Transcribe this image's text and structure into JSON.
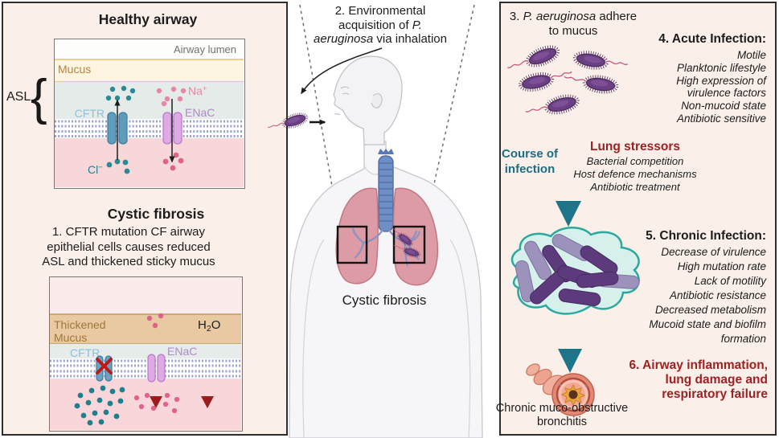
{
  "colors": {
    "panel_background": "#faefe9",
    "accent_teal_arrow": "#1d7589",
    "accent_dark_red": "#9e2023",
    "bacteria_purple": "#6b3f84",
    "cftr_blue": "#5e9cbe",
    "enac_violet": "#dfa9e4",
    "chloride_teal": "#1f8292",
    "sodium_pink": "#e687a9"
  },
  "panels": {
    "left": {
      "healthy": {
        "title": "Healthy airway",
        "airway_lumen": "Airway lumen",
        "mucus": "Mucus",
        "asl": "ASL",
        "brace": "{",
        "cftr": "CFTR",
        "enac": "ENaC",
        "na": "Na",
        "na_sup": "+",
        "cl": "Cl",
        "cl_sup": "−"
      },
      "cf": {
        "title": "Cystic fibrosis",
        "desc_line1": "1.  CFTR mutation CF airway",
        "desc_line2": "epithelial cells causes reduced",
        "desc_line3": "ASL and thickened sticky mucus",
        "thickened_line1": "Thickened",
        "thickened_line2": "Mucus",
        "cftr": "CFTR",
        "enac": "ENaC",
        "h2o_h": "H",
        "h2o_2": "2",
        "h2o_o": "O"
      }
    },
    "middle": {
      "step2_line1": "2. Environmental",
      "step2_line2_pre": "acquisition of ",
      "step2_line2_it": "P.",
      "step2_line3_it": "aeruginosa",
      "step2_line3_post": " via inhalation",
      "body_label": "Cystic fibrosis"
    },
    "right": {
      "step3_pre": "3. ",
      "step3_it": "P. aeruginosa",
      "step3_post": " adhere",
      "step3_line2": "to mucus",
      "acute": {
        "heading": "4. Acute Infection:",
        "items": [
          "Motile",
          "Planktonic lifestyle",
          "High expression of",
          "virulence factors",
          "Non-mucoid state",
          "Antibiotic sensitive"
        ]
      },
      "course_line1": "Course of",
      "course_line2": "infection",
      "stressors": {
        "heading": "Lung stressors",
        "items": [
          "Bacterial competition",
          "Host defence mechanisms",
          "Antibiotic treatment"
        ]
      },
      "chronic": {
        "heading": "5. Chronic Infection:",
        "items": [
          "Decrease of virulence",
          "High mutation rate",
          "Lack of motility",
          "Antibiotic resistance",
          "Decreased metabolism",
          "Mucoid state and biofilm",
          "formation"
        ]
      },
      "outcome_line1": "6. Airway inflammation,",
      "outcome_line2": "lung damage and",
      "outcome_line3": "respiratory failure",
      "bronchitis_line1": "Chronic muco-obstructive",
      "bronchitis_line2": "bronchitis"
    }
  }
}
